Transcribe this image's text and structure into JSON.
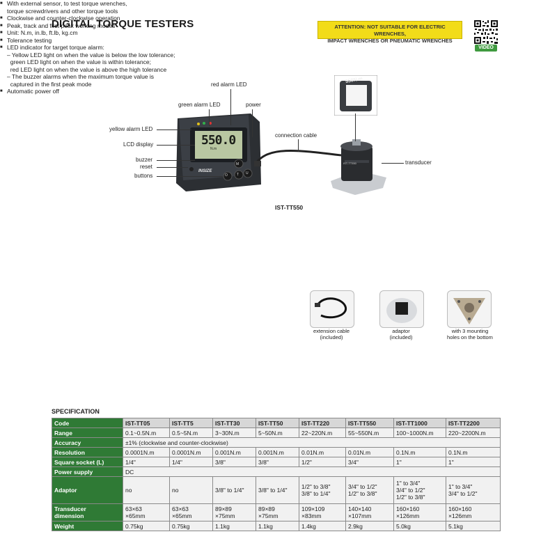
{
  "header": {
    "title": "DIGITAL TORQUE TESTERS",
    "attention_line1": "ATTENTION: NOT SUITABLE FOR ELECTRIC WRENCHES,",
    "attention_line2": "IMPACT WRENCHES OR PNEUMATIC WRENCHES",
    "video_label": "VIDEO"
  },
  "product_image": {
    "callouts": {
      "red_alarm_led": "red alarm LED",
      "green_alarm_led": "green alarm LED",
      "power": "power",
      "yellow_alarm_led": "yellow alarm LED",
      "lcd_display": "LCD display",
      "buzzer": "buzzer",
      "reset": "reset",
      "buttons": "buttons",
      "connection_cable": "connection cable",
      "transducer": "transducer"
    },
    "lcd_value": "550.0",
    "lcd_unit": "N.m",
    "brand": "INSIZE",
    "button_labels": [
      "O",
      "M",
      "T",
      "U"
    ],
    "transducer_label": "550N.m",
    "model_caption": "IST-TT550"
  },
  "features": [
    {
      "type": "bullet",
      "text": "With external sensor, to test torque wrenches,"
    },
    {
      "type": "cont",
      "text": "torque screwdrivers and other torque tools"
    },
    {
      "type": "bullet",
      "text": "Clockwise and counter-clockwise operation"
    },
    {
      "type": "bullet",
      "text": "Peak, track and first peak working modes"
    },
    {
      "type": "bullet",
      "text": "Unit: N.m, in.lb, ft.lb, kg.cm"
    },
    {
      "type": "bullet",
      "text": "Tolerance testing"
    },
    {
      "type": "bullet",
      "text": "LED indicator for target torque alarm:"
    },
    {
      "type": "sub",
      "text": "– Yellow LED light on when the value is below the low tolerance;"
    },
    {
      "type": "sub",
      "text": "  green LED light on when the value is within tolerance;"
    },
    {
      "type": "sub",
      "text": "  red LED light on when the value is above the high tolerance"
    },
    {
      "type": "sub",
      "text": "– The buzzer alarms when the maximum torque value is"
    },
    {
      "type": "sub",
      "text": "  captured in the first peak mode"
    },
    {
      "type": "bullet",
      "text": "Automatic power off"
    }
  ],
  "accessories": [
    {
      "line1": "extension cable",
      "line2": "(included)"
    },
    {
      "line1": "adaptor",
      "line2": "(included)"
    },
    {
      "line1": "with 3 mounting",
      "line2": "holes on the bottom"
    }
  ],
  "spec": {
    "title": "SPECIFICATION",
    "rows": [
      {
        "label": "Code",
        "cells": [
          "IST-TT05",
          "IST-TT5",
          "IST-TT30",
          "IST-TT50",
          "IST-TT220",
          "IST-TT550",
          "IST-TT1000",
          "IST-TT2200"
        ]
      },
      {
        "label": "Range",
        "cells": [
          "0.1~0.5N.m",
          "0.5~5N.m",
          "3~30N.m",
          "5~50N.m",
          "22~220N.m",
          "55~550N.m",
          "100~1000N.m",
          "220~2200N.m"
        ]
      },
      {
        "label": "Accuracy",
        "span": "±1% (clockwise and counter-clockwise)"
      },
      {
        "label": "Resolution",
        "cells": [
          "0.0001N.m",
          "0.0001N.m",
          "0.001N.m",
          "0.001N.m",
          "0.01N.m",
          "0.01N.m",
          "0.1N.m",
          "0.1N.m"
        ]
      },
      {
        "label": "Square socket (L)",
        "cells": [
          "1/4\"",
          "1/4\"",
          "3/8\"",
          "3/8\"",
          "1/2\"",
          "3/4\"",
          "1\"",
          "1\""
        ]
      },
      {
        "label": "Power supply",
        "span": "DC"
      },
      {
        "label": "Adaptor",
        "cells": [
          [
            "no"
          ],
          [
            "no"
          ],
          [
            "3/8\" to 1/4\""
          ],
          [
            "3/8\" to 1/4\""
          ],
          [
            "1/2\" to 3/8\"",
            "3/8\" to 1/4\""
          ],
          [
            "3/4\" to 1/2\"",
            "1/2\" to 3/8\""
          ],
          [
            "1\" to 3/4\"",
            "3/4\" to 1/2\"",
            "1/2\" to 3/8\""
          ],
          [
            "1\" to 3/4\"",
            "3/4\" to 1/2\""
          ]
        ]
      },
      {
        "label1": "Transducer",
        "label2": "dimension",
        "cells": [
          [
            "63×63",
            "×65mm"
          ],
          [
            "63×63",
            "×65mm"
          ],
          [
            "89×89",
            "×75mm"
          ],
          [
            "89×89",
            "×75mm"
          ],
          [
            "109×109",
            "×83mm"
          ],
          [
            "140×140",
            "×107mm"
          ],
          [
            "160×160",
            "×126mm"
          ],
          [
            "160×160",
            "×126mm"
          ]
        ]
      },
      {
        "label": "Weight",
        "cells": [
          "0.75kg",
          "0.75kg",
          "1.1kg",
          "1.1kg",
          "1.4kg",
          "2.9kg",
          "5.0kg",
          "5.1kg"
        ]
      }
    ]
  },
  "colors": {
    "header_green": "#2f7a35",
    "attention_yellow": "#f2dc19",
    "video_green": "#3f9a3f"
  }
}
